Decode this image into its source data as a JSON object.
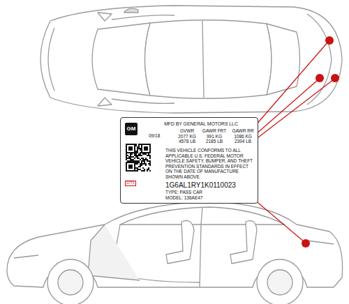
{
  "diagram": {
    "nodes": [
      {
        "text": [
          "GM",
          "MFD BY GENERAL MOTORS LLC",
          "09/18",
          "GVWR",
          "2077 KG",
          "4578 LB",
          "GAWR FRT",
          "991 KG",
          "2185 LB",
          "GAWR RR",
          "1086 KG",
          "2394 LB",
          "THIS VEHICLE CONFORMS TO ALL APPLICABLE U.S. FEDERAL MOTOR VEHICLE SAFETY, BUMPER, AND THEFT PREVENTION STANDARDS IN EFFECT ON THE DATE OF MANUFACTURE SHOWN ABOVE.",
          "G7T3",
          "1G6AL1RY1K0110023",
          "TYPE: PASS CAR",
          "MODEL: 136AE47"
        ]
      }
    ]
  }
}
